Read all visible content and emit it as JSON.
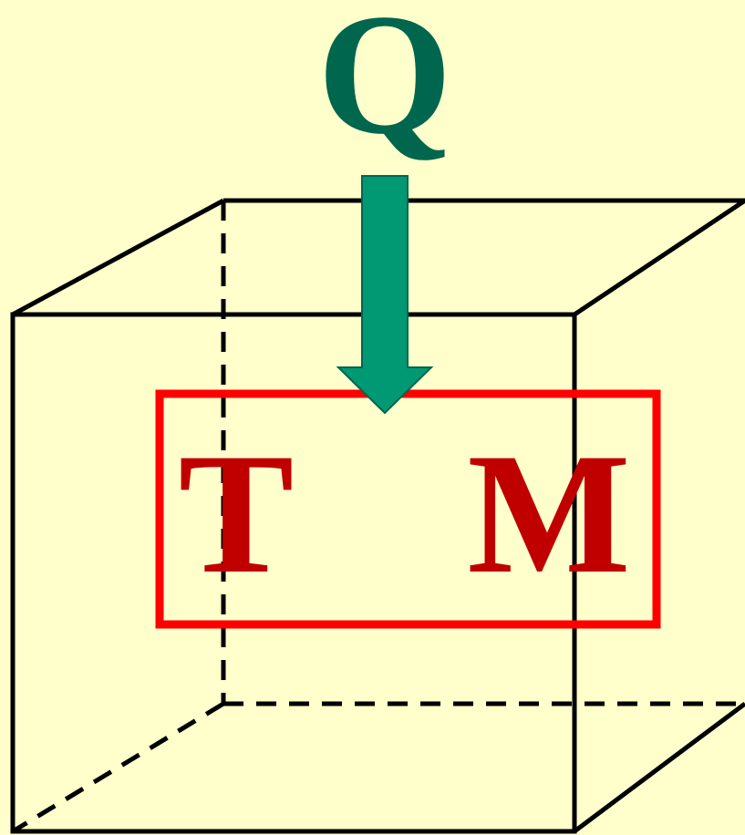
{
  "labels": {
    "heat": "Q",
    "temperature": "T",
    "mass": "M"
  },
  "colors": {
    "background": "#ffffcc",
    "box_edges": "#000000",
    "heat_label": "#00664d",
    "arrow_fill": "#009973",
    "system_boundary": "#ff0000",
    "system_labels": "#c00000"
  }
}
